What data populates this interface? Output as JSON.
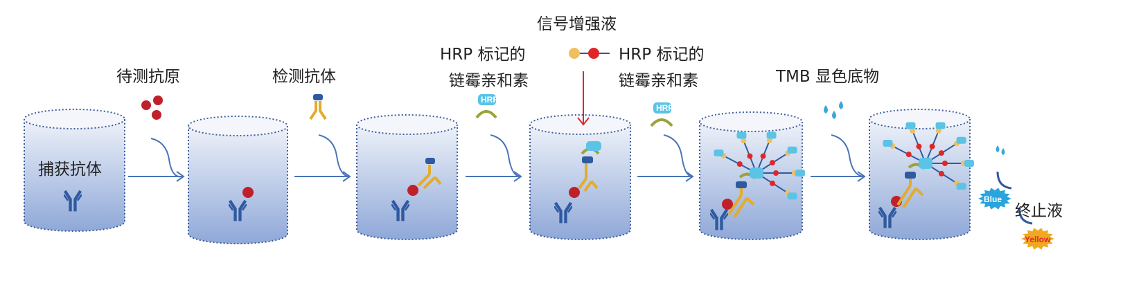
{
  "title": "信号增强液",
  "labels": {
    "capture_antibody": "捕获抗体",
    "antigen": "待测抗原",
    "detection_antibody": "检测抗体",
    "hrp_1_line1": "HRP 标记的",
    "hrp_1_line2": "链霉亲和素",
    "hrp_2_line1": "HRP 标记的",
    "hrp_2_line2": "链霉亲和素",
    "tmb": "TMB 显色底物",
    "stop_solution": "终止液",
    "hrp_tag": "HRP"
  },
  "badges": {
    "blue": "Blue",
    "yellow": "Yellow"
  },
  "colors": {
    "antibody_blue": "#2f5aa0",
    "antigen_red": "#c0202a",
    "detection_gold": "#e3ac2c",
    "hrp_cyan": "#5bc3e6",
    "streptavidin_green": "#9aa33a",
    "arrow_blue": "#4a74b8",
    "enhancer_arrow_red": "#e0262b",
    "blue_badge": "#2aa4dc",
    "yellow_badge": "#f0a020"
  }
}
